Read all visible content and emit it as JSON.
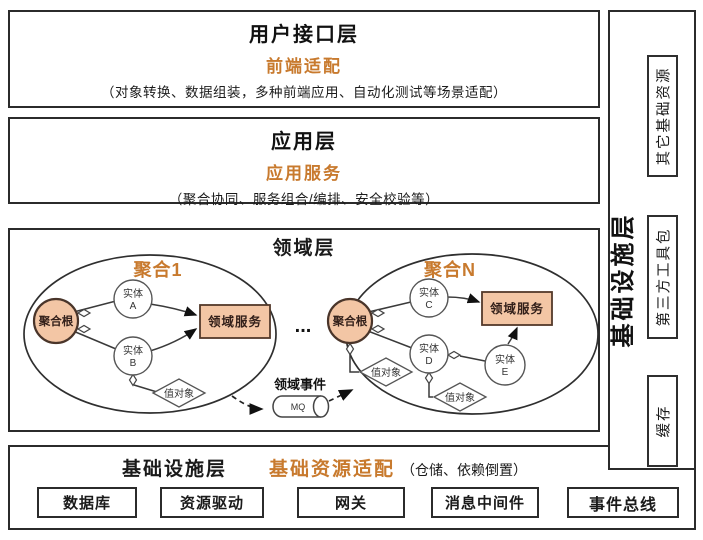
{
  "layers": {
    "ui": {
      "title": "用户接口层",
      "subtitle": "前端适配",
      "caption": "（对象转换、数据组装，多种前端应用、自动化测试等场景适配）"
    },
    "app": {
      "title": "应用层",
      "subtitle": "应用服务",
      "caption": "（聚合协同、服务组合/编排、安全校验等）"
    },
    "domain": {
      "title": "领域层",
      "aggregate1_label": "聚合1",
      "aggregateN_label": "聚合N",
      "root_label": "聚合根",
      "service_label": "领域服务",
      "value_object_label": "值对象",
      "entity_word": "实体",
      "entity_letters": {
        "a": "A",
        "b": "B",
        "c": "C",
        "d": "D",
        "e": "E"
      },
      "ellipsis": "...",
      "domain_event_label": "领域事件",
      "mq_label": "MQ"
    },
    "infra": {
      "title": "基础设施层",
      "subtitle": "基础资源适配",
      "caption": "（仓储、依赖倒置）",
      "boxes": [
        "数据库",
        "资源驱动",
        "网关",
        "消息中间件",
        "事件总线"
      ]
    }
  },
  "sidebar": {
    "title": "基础设施层",
    "boxes": [
      "其它基础资源",
      "第三方工具包",
      "缓存"
    ]
  },
  "colors": {
    "accent_orange": "#c87a2e",
    "shape_fill": "#f3c6a5",
    "border_dark": "#2b2b2b"
  }
}
